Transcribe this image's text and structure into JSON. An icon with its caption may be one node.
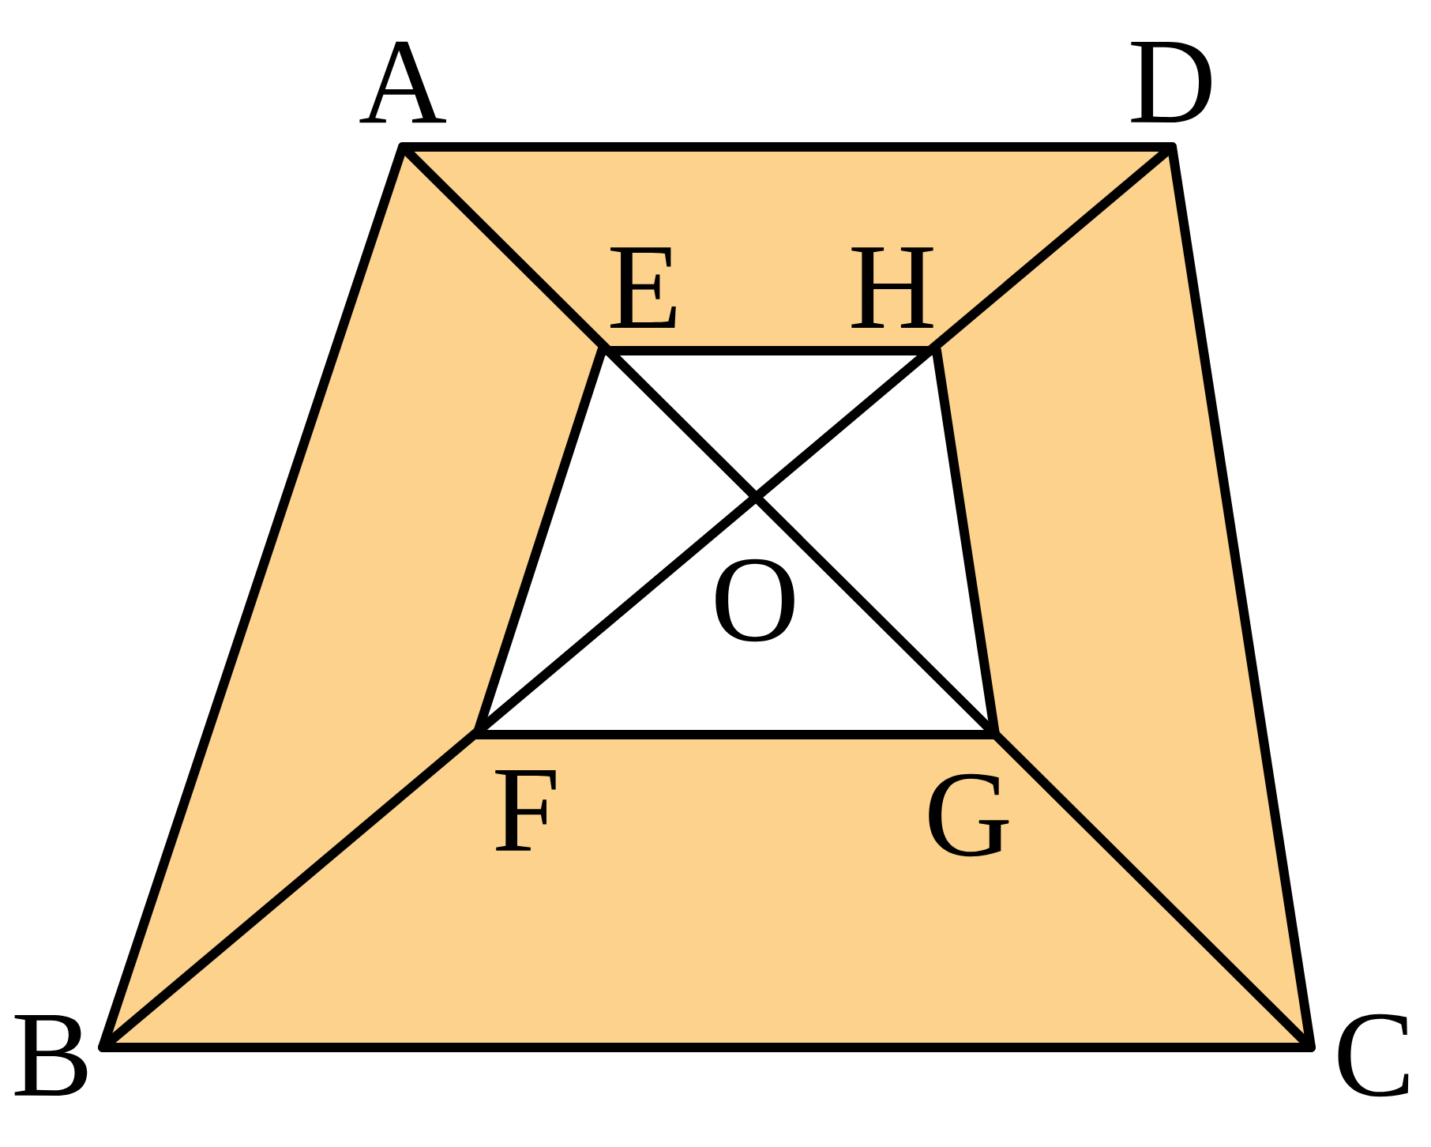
{
  "diagram": {
    "labels": [
      "A",
      "D",
      "E",
      "H",
      "O",
      "F",
      "G",
      "B",
      "C"
    ]
  }
}
